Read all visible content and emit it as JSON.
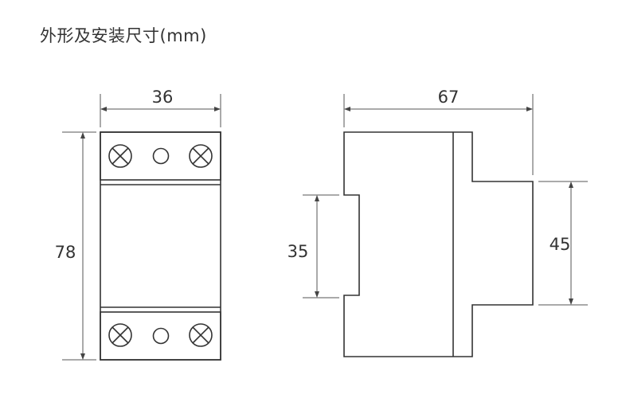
{
  "header": {
    "title": "外形及安装尺寸(mm)"
  },
  "front_view": {
    "width_label": "36",
    "height_label": "78"
  },
  "side_view": {
    "depth_label": "67",
    "rail_height_label": "35",
    "front_height_label": "45"
  },
  "colors": {
    "line": "#333333",
    "dimension": "#555555",
    "background": "#ffffff"
  }
}
